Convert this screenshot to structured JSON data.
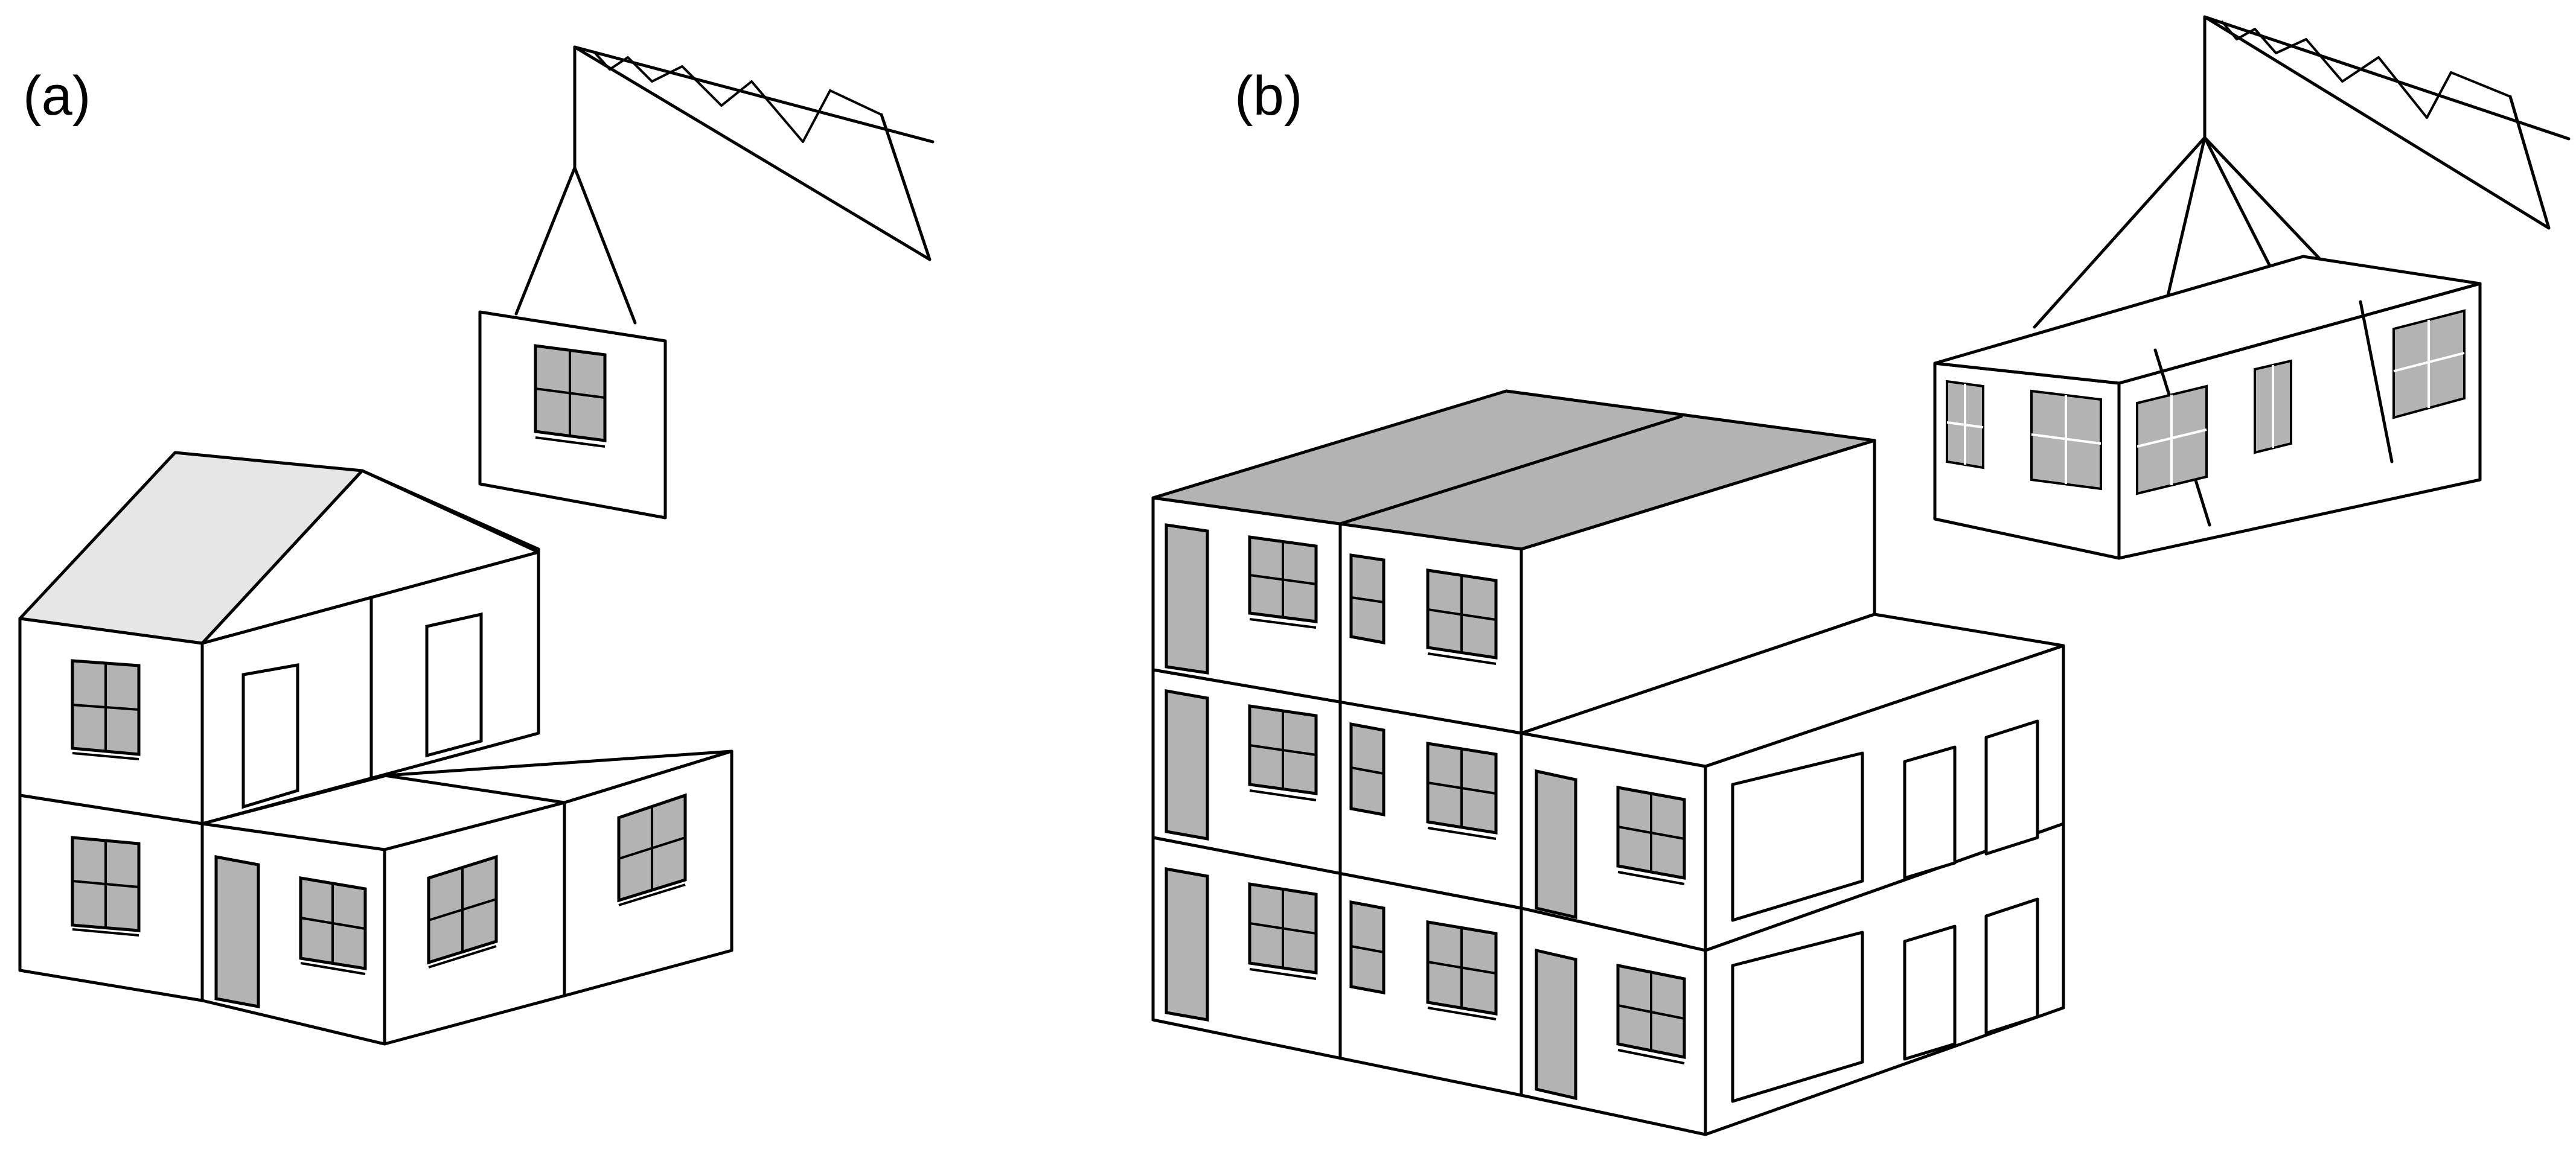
{
  "panels": [
    {
      "id": "a",
      "label": "(a)"
    },
    {
      "id": "b",
      "label": "(b)"
    }
  ],
  "colors": {
    "line": "#000000",
    "fill_white": "#ffffff",
    "fill_grey": "#b3b3b3",
    "roof_light": "#e6e6e6",
    "roof_dark": "#b3b3b3"
  }
}
